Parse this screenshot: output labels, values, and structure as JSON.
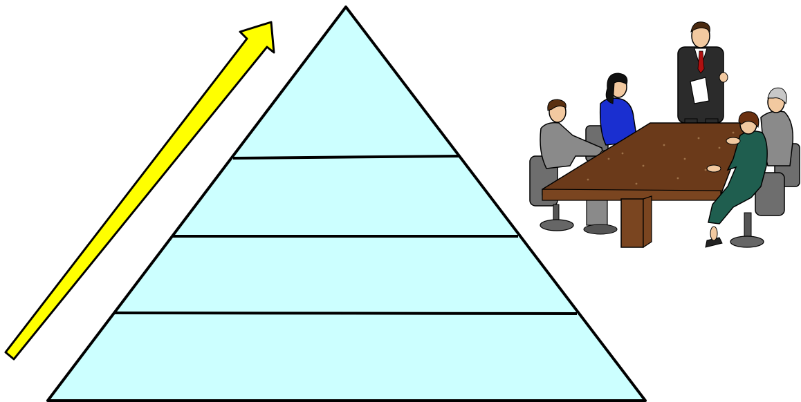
{
  "colors": {
    "pyramid_fill": "#ccffff",
    "pyramid_stroke": "#000000",
    "arrow_fill": "#ffff00",
    "arrow_stroke": "#000000",
    "table_top": "#6b3a1a",
    "table_leg": "#7a4520",
    "chair": "#6e6e6e",
    "suit_dark": "#2b2b2b",
    "suit_grey": "#8a8a8a",
    "blouse_blue": "#1a2fd0",
    "dress_green": "#1f5e4f",
    "skin": "#f2c9a0",
    "tie_red": "#b01010"
  },
  "pyramid": {
    "level_count": 4
  },
  "arrow": {
    "direction": "up-right"
  },
  "illustration": {
    "subject": "business-meeting-clipart"
  }
}
